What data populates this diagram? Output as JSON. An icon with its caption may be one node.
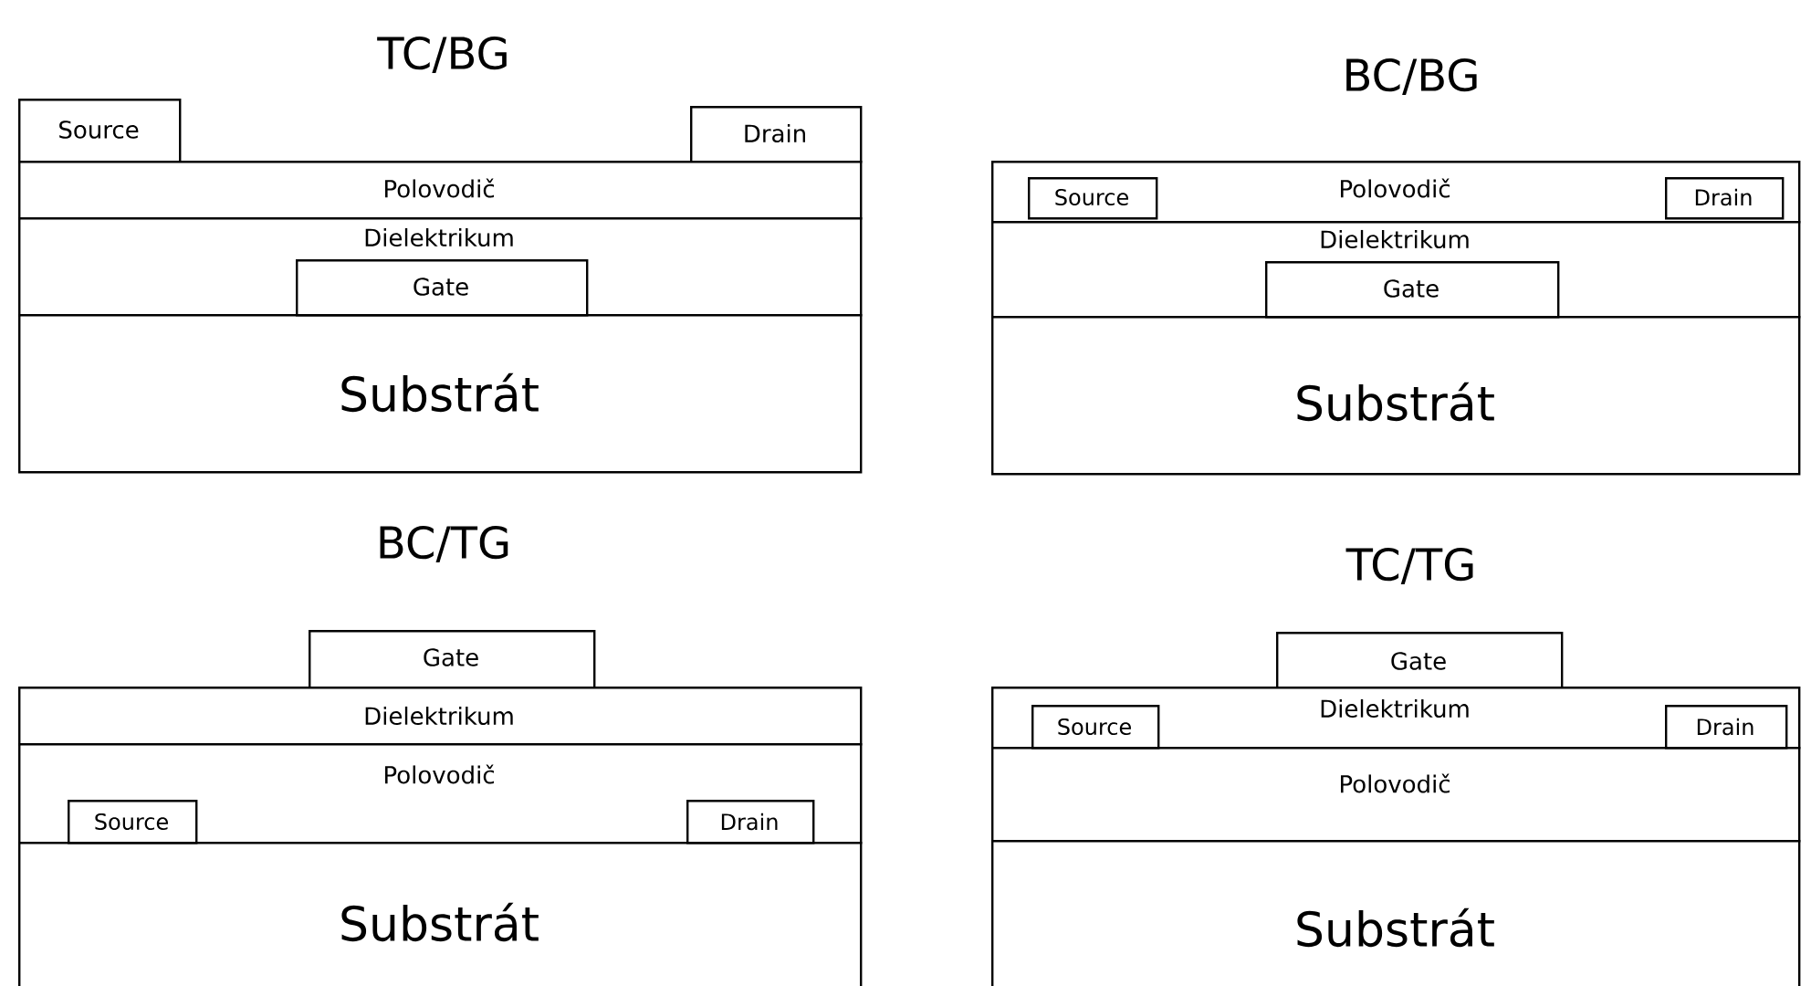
{
  "diagram": {
    "nodes": [
      {
        "text": [
          "Source"
        ]
      },
      {
        "text": [
          "Drain"
        ]
      },
      {
        "text": [
          "Polovodič"
        ]
      },
      {
        "text": [
          "Dielektrikum"
        ]
      },
      {
        "text": [
          "Gate"
        ],
        "in": 3
      },
      {
        "text": [
          "Substrát"
        ]
      },
      {
        "text": [
          "Polovodič"
        ]
      },
      {
        "text": [
          "Source"
        ],
        "in": 6
      },
      {
        "text": [
          "Drain"
        ],
        "in": 6
      },
      {
        "text": [
          "Dielektrikum"
        ]
      },
      {
        "text": [
          "Gate"
        ],
        "in": 9
      },
      {
        "text": [
          "Substrát"
        ]
      },
      {
        "text": [
          "Gate"
        ]
      },
      {
        "text": [
          "Dielektrikum"
        ]
      },
      {
        "text": [
          "Polovodič"
        ]
      },
      {
        "text": [
          "Source"
        ],
        "in": 14
      },
      {
        "text": [
          "Drain"
        ],
        "in": 14
      },
      {
        "text": [
          "Substrát"
        ]
      },
      {
        "text": [
          "Gate"
        ]
      },
      {
        "text": [
          "Dielektrikum"
        ]
      },
      {
        "text": [
          "Source"
        ],
        "in": 19
      },
      {
        "text": [
          "Drain"
        ],
        "in": 19
      },
      {
        "text": [
          "Polovodič"
        ]
      },
      {
        "text": [
          "Substrát"
        ]
      }
    ],
    "labels": [
      "TC/BG",
      "BC/BG",
      "BC/TG",
      "TC/TG"
    ]
  }
}
